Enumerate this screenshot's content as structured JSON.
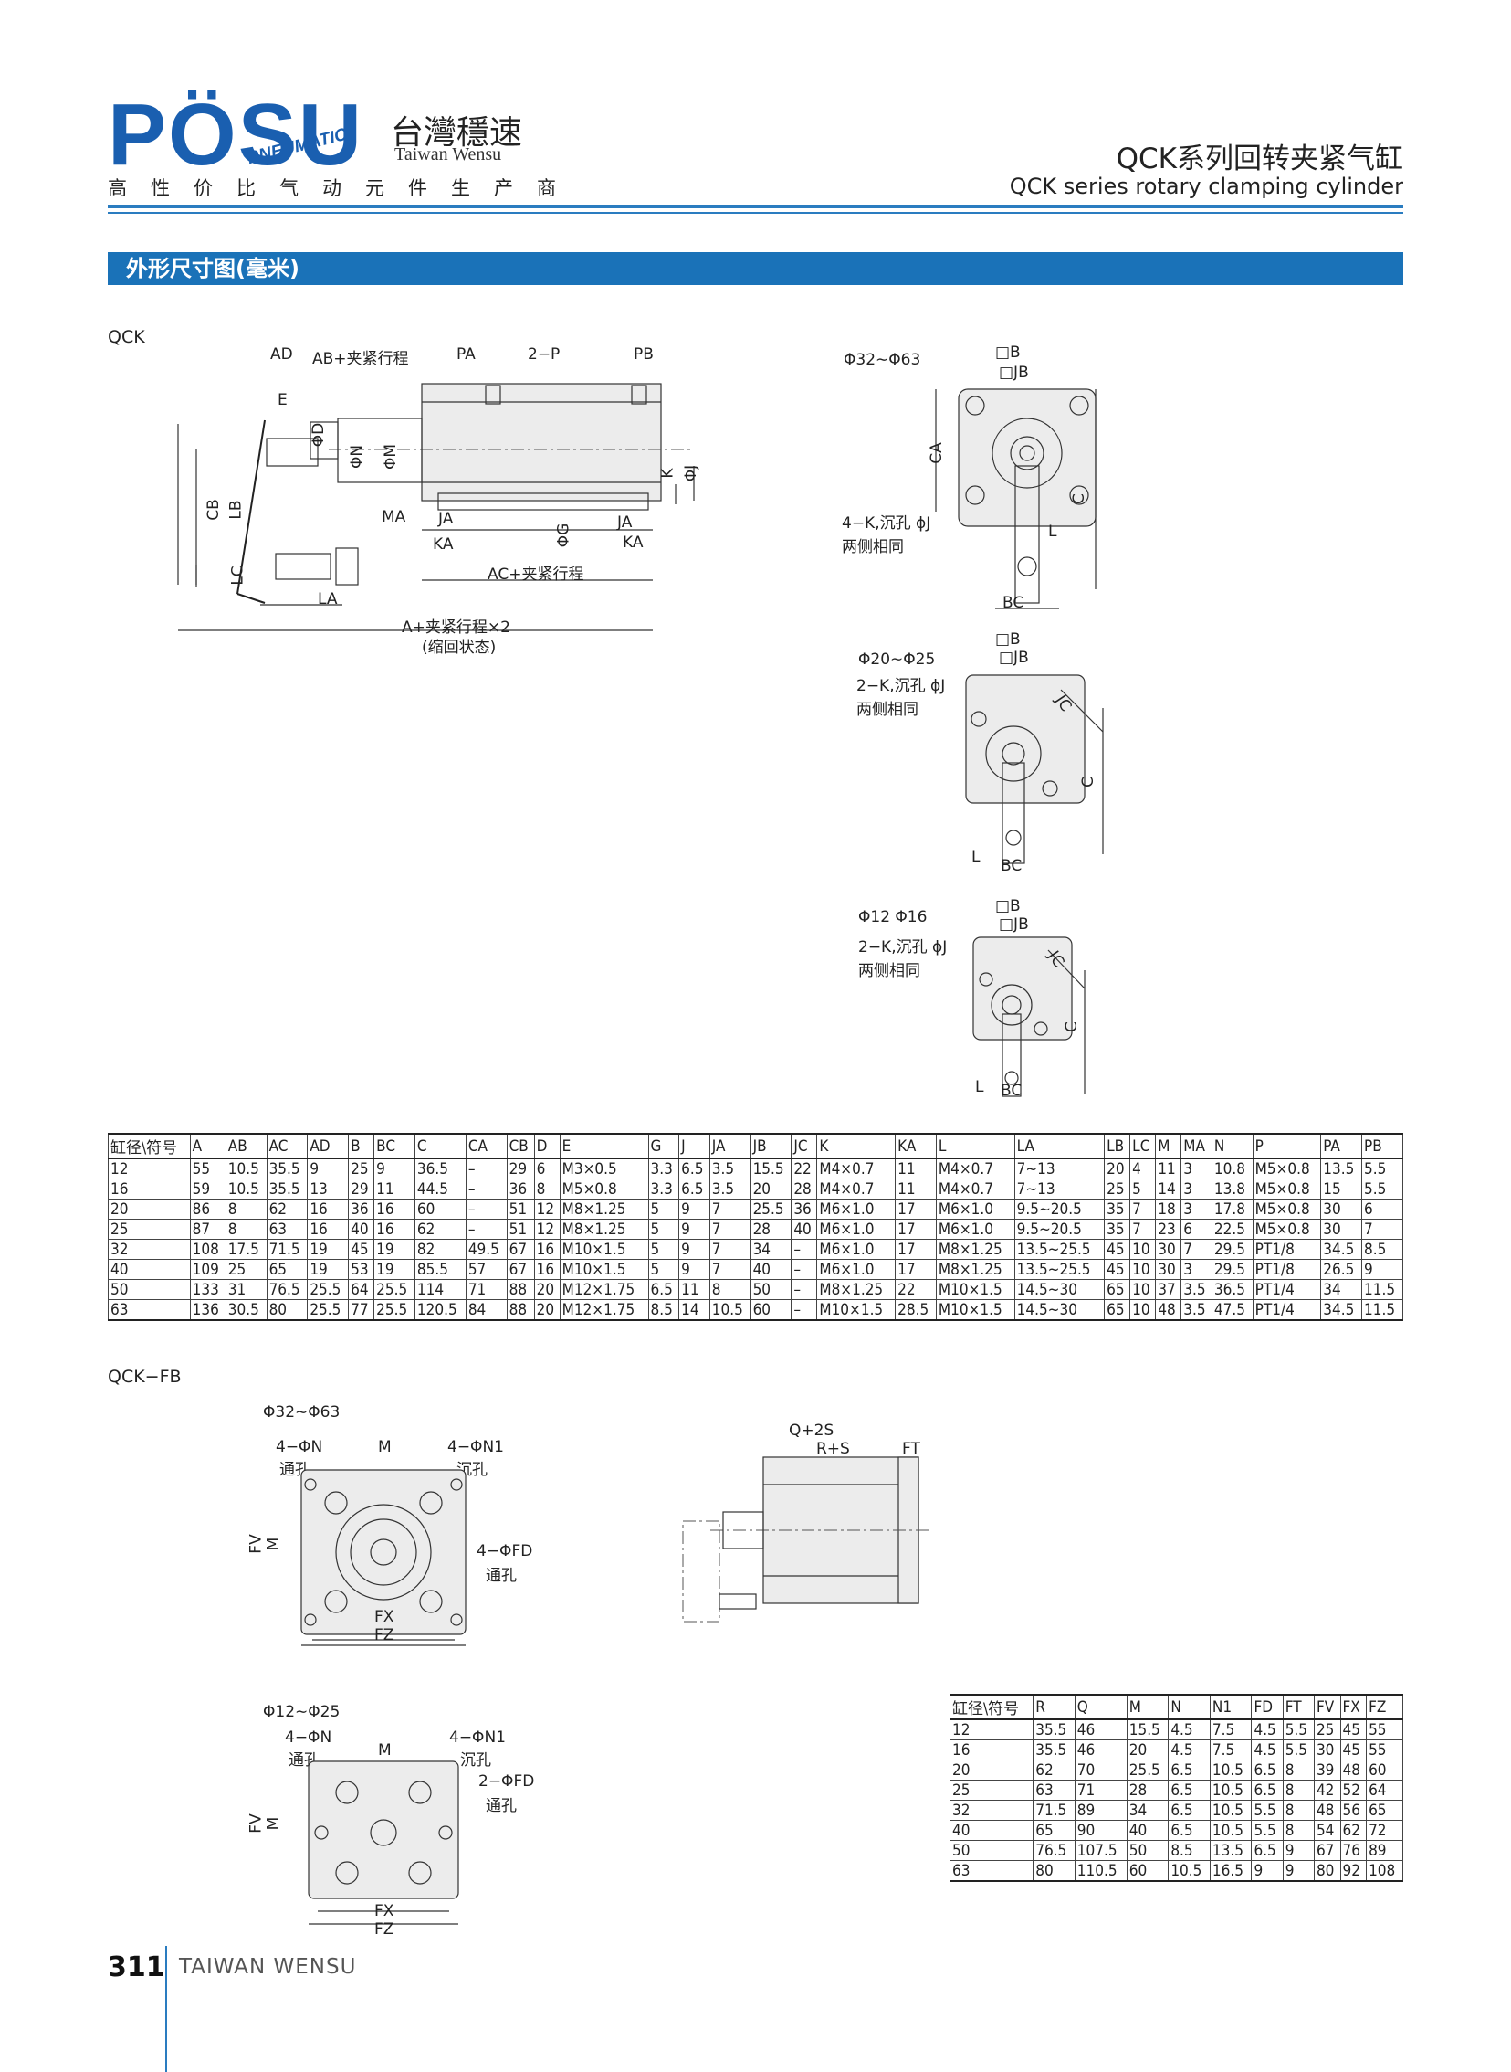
{
  "header": {
    "brand": "PÖSU",
    "brand_sub": "PNEUMATIC",
    "brand_cn": "台灣穩速",
    "brand_en": "Taiwan Wensu",
    "slogan": "高性价比气动元件生产商",
    "title_cn": "QCK系列回转夹紧气缸",
    "title_en": "QCK series rotary clamping cylinder"
  },
  "banner": {
    "label": "外形尺寸图(毫米)"
  },
  "qck": {
    "label": "QCK",
    "side_dims": {
      "ad": "AD",
      "ab": "AB+夹紧行程",
      "pa": "PA",
      "p2": "2−P",
      "pb": "PB",
      "e": "E",
      "d": "ΦD",
      "n": "ΦN",
      "m": "ΦM",
      "k": "K",
      "j": "ΦJ",
      "cb": "CB",
      "lb": "LB",
      "lc": "LC",
      "ma": "MA",
      "ja1": "JA",
      "g": "ΦG",
      "ja2": "JA",
      "ka1": "KA",
      "ka2": "KA",
      "ac": "AC+夹紧行程",
      "la": "LA",
      "a": "A+夹紧行程×2",
      "a_note": "(缩回状态)"
    },
    "end_views": [
      {
        "title": "Φ32∼Φ63",
        "b": "□B",
        "jb": "□JB",
        "ca": "CA",
        "c": "C",
        "l": "L",
        "bc": "BC",
        "note1": "4−K,沉孔 ϕJ",
        "note2": "两侧相同"
      },
      {
        "title": "Φ20∼Φ25",
        "b": "□B",
        "jb": "□JB",
        "jc": "JC",
        "c": "C",
        "l": "L",
        "bc": "BC",
        "note1": "2−K,沉孔 ϕJ",
        "note2": "两侧相同"
      },
      {
        "title": "Φ12  Φ16",
        "b": "□B",
        "jb": "□JB",
        "jc": "JC",
        "c": "C",
        "l": "L",
        "bc": "BC",
        "note1": "2−K,沉孔 ϕJ",
        "note2": "两侧相同"
      }
    ]
  },
  "table1": {
    "headers": [
      "缸径\\符号",
      "A",
      "AB",
      "AC",
      "AD",
      "B",
      "BC",
      "C",
      "CA",
      "CB",
      "D",
      "E",
      "G",
      "J",
      "JA",
      "JB",
      "JC",
      "K",
      "KA",
      "L",
      "LA",
      "LB",
      "LC",
      "M",
      "MA",
      "N",
      "P",
      "PA",
      "PB"
    ],
    "rows": [
      [
        "12",
        "55",
        "10.5",
        "35.5",
        "9",
        "25",
        "9",
        "36.5",
        "–",
        "29",
        "6",
        "M3×0.5",
        "3.3",
        "6.5",
        "3.5",
        "15.5",
        "22",
        "M4×0.7",
        "11",
        "M4×0.7",
        "7~13",
        "20",
        "4",
        "11",
        "3",
        "10.8",
        "M5×0.8",
        "13.5",
        "5.5"
      ],
      [
        "16",
        "59",
        "10.5",
        "35.5",
        "13",
        "29",
        "11",
        "44.5",
        "–",
        "36",
        "8",
        "M5×0.8",
        "3.3",
        "6.5",
        "3.5",
        "20",
        "28",
        "M4×0.7",
        "11",
        "M4×0.7",
        "7~13",
        "25",
        "5",
        "14",
        "3",
        "13.8",
        "M5×0.8",
        "15",
        "5.5"
      ],
      [
        "20",
        "86",
        "8",
        "62",
        "16",
        "36",
        "16",
        "60",
        "–",
        "51",
        "12",
        "M8×1.25",
        "5",
        "9",
        "7",
        "25.5",
        "36",
        "M6×1.0",
        "17",
        "M6×1.0",
        "9.5~20.5",
        "35",
        "7",
        "18",
        "3",
        "17.8",
        "M5×0.8",
        "30",
        "6"
      ],
      [
        "25",
        "87",
        "8",
        "63",
        "16",
        "40",
        "16",
        "62",
        "–",
        "51",
        "12",
        "M8×1.25",
        "5",
        "9",
        "7",
        "28",
        "40",
        "M6×1.0",
        "17",
        "M6×1.0",
        "9.5~20.5",
        "35",
        "7",
        "23",
        "6",
        "22.5",
        "M5×0.8",
        "30",
        "7"
      ],
      [
        "32",
        "108",
        "17.5",
        "71.5",
        "19",
        "45",
        "19",
        "82",
        "49.5",
        "67",
        "16",
        "M10×1.5",
        "5",
        "9",
        "7",
        "34",
        "–",
        "M6×1.0",
        "17",
        "M8×1.25",
        "13.5~25.5",
        "45",
        "10",
        "30",
        "7",
        "29.5",
        "PT1/8",
        "34.5",
        "8.5"
      ],
      [
        "40",
        "109",
        "25",
        "65",
        "19",
        "53",
        "19",
        "85.5",
        "57",
        "67",
        "16",
        "M10×1.5",
        "5",
        "9",
        "7",
        "40",
        "–",
        "M6×1.0",
        "17",
        "M8×1.25",
        "13.5~25.5",
        "45",
        "10",
        "30",
        "3",
        "29.5",
        "PT1/8",
        "26.5",
        "9"
      ],
      [
        "50",
        "133",
        "31",
        "76.5",
        "25.5",
        "64",
        "25.5",
        "114",
        "71",
        "88",
        "20",
        "M12×1.75",
        "6.5",
        "11",
        "8",
        "50",
        "–",
        "M8×1.25",
        "22",
        "M10×1.5",
        "14.5~30",
        "65",
        "10",
        "37",
        "3.5",
        "36.5",
        "PT1/4",
        "34",
        "11.5"
      ],
      [
        "63",
        "136",
        "30.5",
        "80",
        "25.5",
        "77",
        "25.5",
        "120.5",
        "84",
        "88",
        "20",
        "M12×1.75",
        "8.5",
        "14",
        "10.5",
        "60",
        "–",
        "M10×1.5",
        "28.5",
        "M10×1.5",
        "14.5~30",
        "65",
        "10",
        "48",
        "3.5",
        "47.5",
        "PT1/4",
        "34.5",
        "11.5"
      ]
    ]
  },
  "qck_fb": {
    "label": "QCK−FB",
    "view1": {
      "title": "Φ32∼Φ63",
      "n": "4−ΦN",
      "n_note": "通孔",
      "m": "M",
      "n1": "4−ΦN1",
      "n1_note": "沉孔",
      "fd": "4−ΦFD",
      "fd_note": "通孔",
      "fv": "FV",
      "mv": "M",
      "fx": "FX",
      "fz": "FZ"
    },
    "view2": {
      "title": "Φ12∼Φ25",
      "n": "4−ΦN",
      "n_note": "通孔",
      "m": "M",
      "n1": "4−ΦN1",
      "n1_note": "沉孔",
      "fd": "2−ΦFD",
      "fd_note": "通孔",
      "fv": "FV",
      "mv": "M",
      "fx": "FX",
      "fz": "FZ"
    },
    "side": {
      "q": "Q+2S",
      "r": "R+S",
      "ft": "FT"
    }
  },
  "table2": {
    "headers": [
      "缸径\\符号",
      "R",
      "Q",
      "M",
      "N",
      "N1",
      "FD",
      "FT",
      "FV",
      "FX",
      "FZ"
    ],
    "rows": [
      [
        "12",
        "35.5",
        "46",
        "15.5",
        "4.5",
        "7.5",
        "4.5",
        "5.5",
        "25",
        "45",
        "55"
      ],
      [
        "16",
        "35.5",
        "46",
        "20",
        "4.5",
        "7.5",
        "4.5",
        "5.5",
        "30",
        "45",
        "55"
      ],
      [
        "20",
        "62",
        "70",
        "25.5",
        "6.5",
        "10.5",
        "6.5",
        "8",
        "39",
        "48",
        "60"
      ],
      [
        "25",
        "63",
        "71",
        "28",
        "6.5",
        "10.5",
        "6.5",
        "8",
        "42",
        "52",
        "64"
      ],
      [
        "32",
        "71.5",
        "89",
        "34",
        "6.5",
        "10.5",
        "5.5",
        "8",
        "48",
        "56",
        "65"
      ],
      [
        "40",
        "65",
        "90",
        "40",
        "6.5",
        "10.5",
        "5.5",
        "8",
        "54",
        "62",
        "72"
      ],
      [
        "50",
        "76.5",
        "107.5",
        "50",
        "8.5",
        "13.5",
        "6.5",
        "9",
        "67",
        "76",
        "89"
      ],
      [
        "63",
        "80",
        "110.5",
        "60",
        "10.5",
        "16.5",
        "9",
        "9",
        "80",
        "92",
        "108"
      ]
    ]
  },
  "footer": {
    "page_number": "311",
    "text": "TAIWAN WENSU"
  }
}
